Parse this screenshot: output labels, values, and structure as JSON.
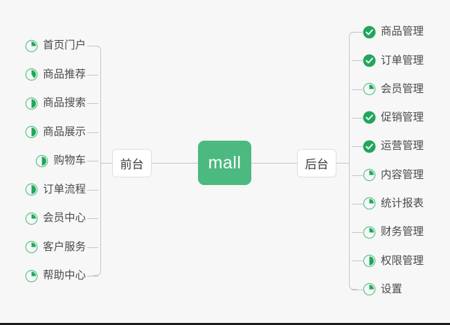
{
  "diagram": {
    "title": "mall",
    "center": {
      "label": "mall",
      "color": "#4cb980",
      "text_color": "#ffffff"
    },
    "colors": {
      "background": "#f7f7f7",
      "accent_green": "#4cb980",
      "done_green": "#21a65c",
      "ring_green": "#5cc98d",
      "connector": "#c4c4c4",
      "label_text": "#4a4a4a"
    },
    "branches": [
      {
        "id": "frontend",
        "label": "前台",
        "side": "left",
        "items": [
          {
            "label": "首页门户",
            "status": "progress",
            "progress": 25
          },
          {
            "label": "商品推荐",
            "status": "progress",
            "progress": 40
          },
          {
            "label": "商品搜索",
            "status": "progress",
            "progress": 50
          },
          {
            "label": "商品展示",
            "status": "progress",
            "progress": 50
          },
          {
            "label": "购物车",
            "status": "progress",
            "progress": 50
          },
          {
            "label": "订单流程",
            "status": "progress",
            "progress": 50
          },
          {
            "label": "会员中心",
            "status": "progress",
            "progress": 25
          },
          {
            "label": "客户服务",
            "status": "progress",
            "progress": 25
          },
          {
            "label": "帮助中心",
            "status": "progress",
            "progress": 25
          }
        ]
      },
      {
        "id": "backend",
        "label": "后台",
        "side": "right",
        "items": [
          {
            "label": "商品管理",
            "status": "done",
            "progress": 100
          },
          {
            "label": "订单管理",
            "status": "done",
            "progress": 100
          },
          {
            "label": "会员管理",
            "status": "progress",
            "progress": 25
          },
          {
            "label": "促销管理",
            "status": "done",
            "progress": 100
          },
          {
            "label": "运营管理",
            "status": "done",
            "progress": 100
          },
          {
            "label": "内容管理",
            "status": "progress",
            "progress": 25
          },
          {
            "label": "统计报表",
            "status": "progress",
            "progress": 25
          },
          {
            "label": "财务管理",
            "status": "progress",
            "progress": 25
          },
          {
            "label": "权限管理",
            "status": "progress",
            "progress": 50
          },
          {
            "label": "设置",
            "status": "progress",
            "progress": 25
          }
        ]
      }
    ]
  }
}
